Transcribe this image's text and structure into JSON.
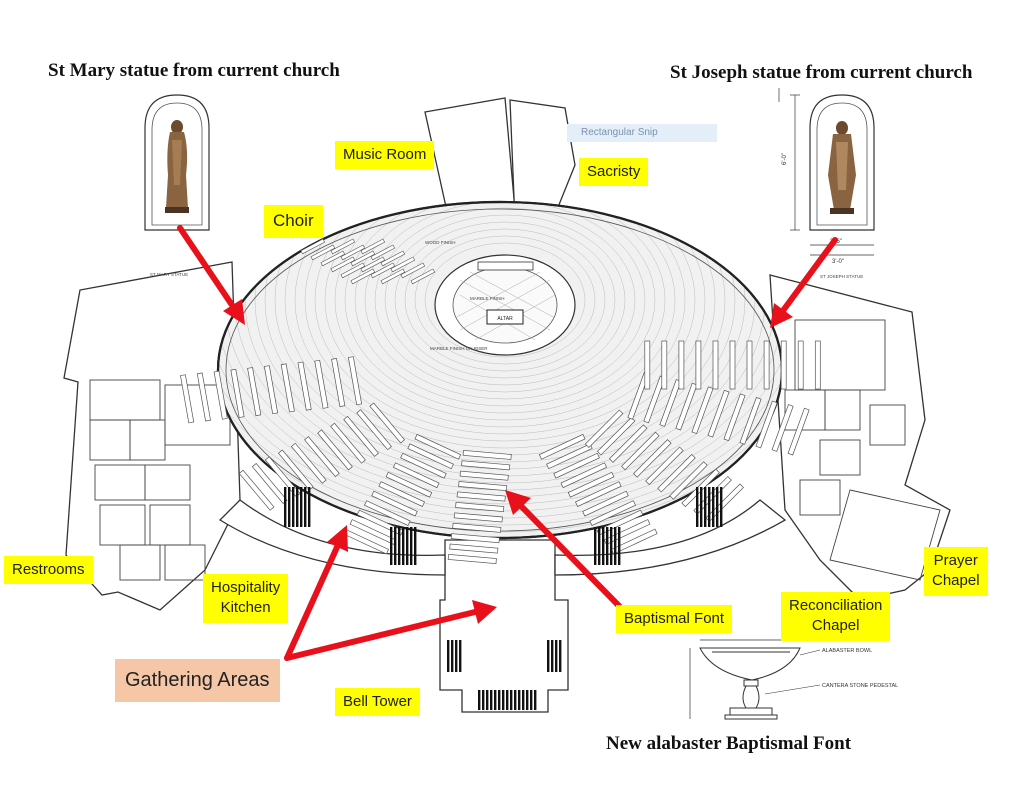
{
  "headings": {
    "st_mary": "St Mary statue from current church",
    "st_joseph": "St Joseph statue from current church",
    "font": "New alabaster Baptismal Font"
  },
  "labels": {
    "music_room": "Music Room",
    "sacristy": "Sacristy",
    "choir": "Choir",
    "restrooms": "Restrooms",
    "hospitality_kitchen": "Hospitality\nKitchen",
    "gathering_areas": "Gathering Areas",
    "bell_tower": "Bell Tower",
    "baptismal_font": "Baptismal Font",
    "reconciliation_chapel": "Reconciliation\nChapel",
    "prayer_chapel": "Prayer\nChapel"
  },
  "snip_overlay": "Rectangular Snip",
  "plan_text": {
    "altar": "ALTAR",
    "st_mary_statue": "ST MARY STATUE",
    "st_joseph_statue": "ST JOSEPH STATUE",
    "wood_finish": "WOOD FINISH",
    "marble_finish": "MARBLE FINISH",
    "font_note": "MARBLE FINISH ON RISER",
    "font_callouts": [
      "ALABASTER BOWL",
      "CANTERA STONE PEDESTAL"
    ],
    "dimensions": [
      "6'-0\"",
      "3'-6\"",
      "3'-0\""
    ]
  },
  "colors": {
    "highlight": "#ffff00",
    "gathering": "#f6c7a6",
    "arrow": "#e8111b",
    "linework": "#333333"
  }
}
